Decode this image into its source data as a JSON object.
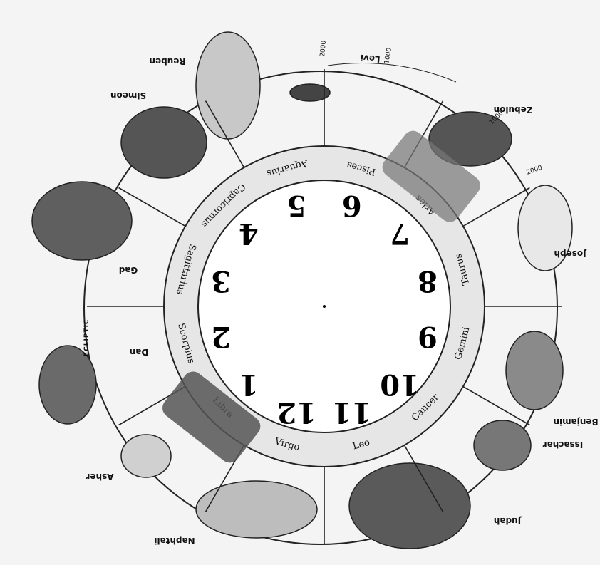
{
  "zodiac": [
    "Pisces",
    "Aries",
    "Taurus",
    "Gemini",
    "Cancer",
    "Leo",
    "Virgo",
    "Libra",
    "Scorpius",
    "Sagittarius",
    "Capricornus",
    "Aquarius"
  ],
  "hours": [
    "6",
    "7",
    "8",
    "9",
    "10",
    "11",
    "12",
    "1",
    "2",
    "3",
    "4",
    "5"
  ],
  "tribes": [
    "Levi",
    "Zebulon",
    "Joseph",
    "Benjamin",
    "Issachar",
    "Judah",
    "Naphtali",
    "Asher",
    "Dan",
    "Gad",
    "Simeon",
    "Reuben"
  ],
  "ecliptic_label": "ECLIPTIC",
  "scale_marks": [
    "2000",
    "1000",
    "1000",
    "2000"
  ],
  "highlighted_signs": [
    "Aries",
    "Libra"
  ]
}
